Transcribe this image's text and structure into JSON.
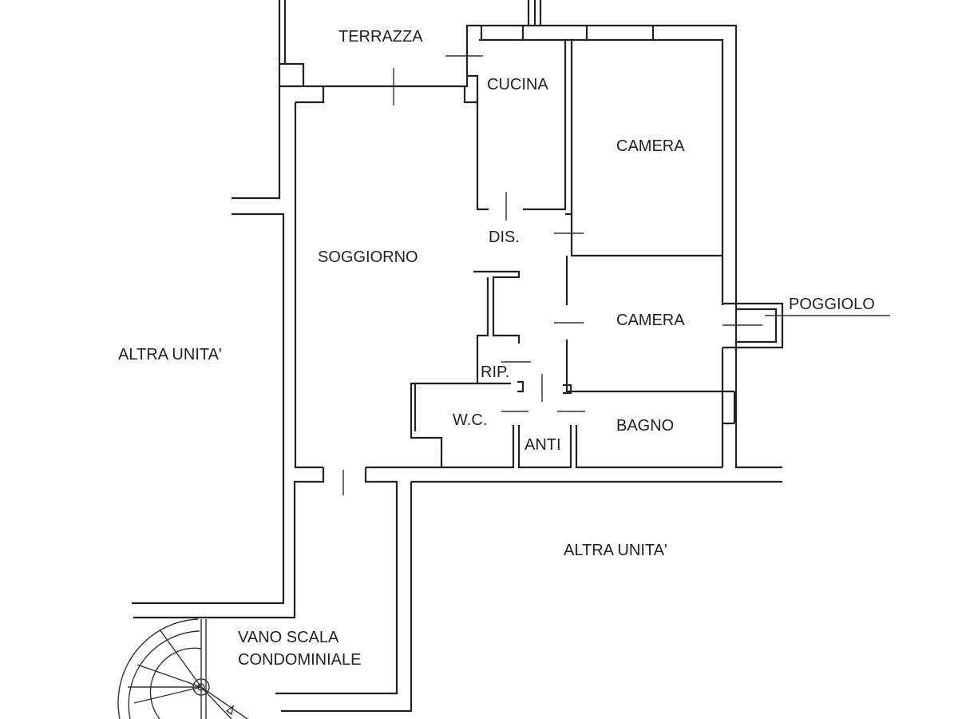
{
  "plan": {
    "rooms": {
      "terrazza": "TERRAZZA",
      "cucina": "CUCINA",
      "camera1": "CAMERA",
      "soggiorno": "SOGGIORNO",
      "dis": "DIS.",
      "camera2": "CAMERA",
      "poggiolo": "POGGIOLO",
      "rip": "RIP.",
      "wc": "W.C.",
      "anti": "ANTI",
      "bagno": "BAGNO",
      "altra_unita_left": "ALTRA UNITA'",
      "altra_unita_right": "ALTRA UNITA'",
      "vano_scala_1": "VANO SCALA",
      "vano_scala_2": "CONDOMINIALE"
    },
    "colors": {
      "line": "#222222",
      "background": "#ffffff"
    }
  }
}
